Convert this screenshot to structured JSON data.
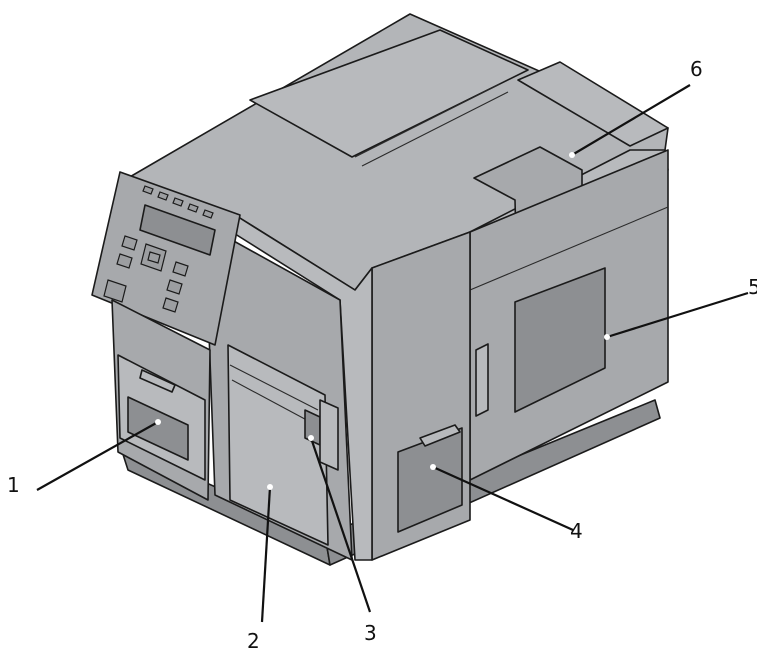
{
  "figure": {
    "subject": "label printer",
    "callouts": [
      {
        "id": "1",
        "label": "1"
      },
      {
        "id": "2",
        "label": "2"
      },
      {
        "id": "3",
        "label": "3"
      },
      {
        "id": "4",
        "label": "4"
      },
      {
        "id": "5",
        "label": "5"
      },
      {
        "id": "6",
        "label": "6"
      }
    ]
  }
}
